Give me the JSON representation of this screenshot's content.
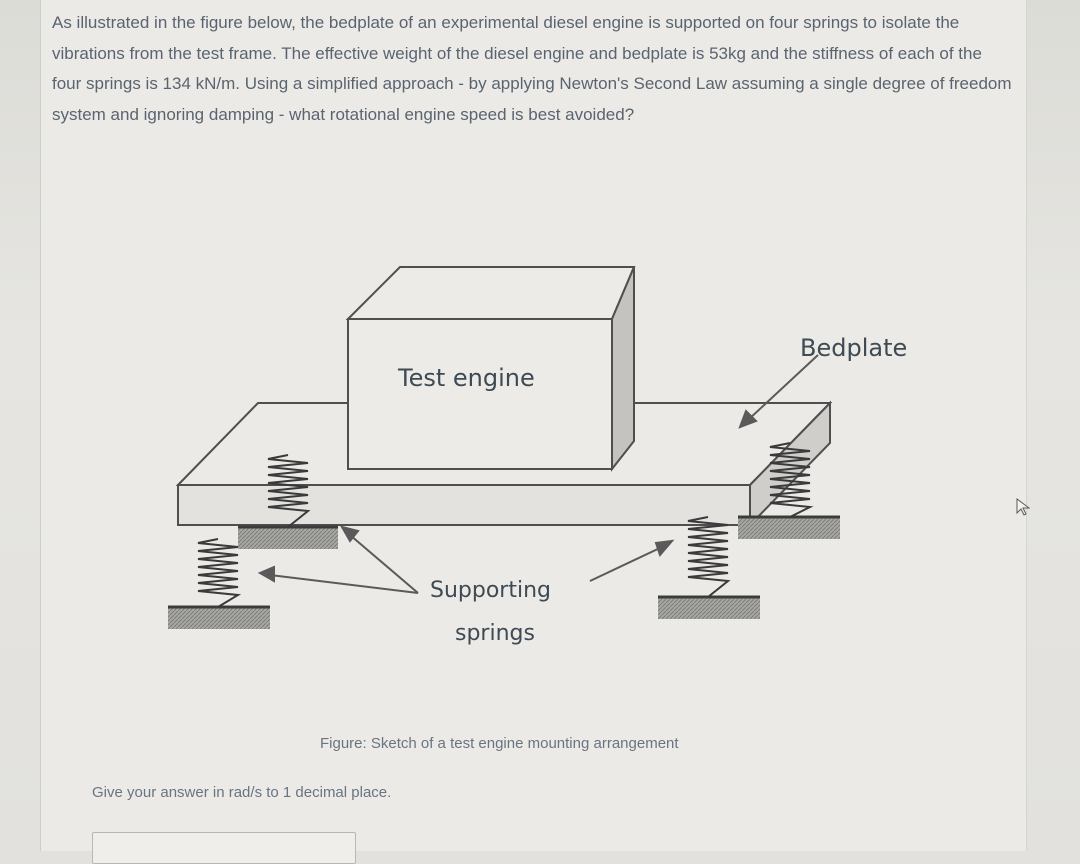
{
  "question": {
    "text": "As illustrated in the figure below, the bedplate of an experimental diesel engine is supported on four springs to isolate the vibrations from the test frame. The effective weight of the diesel engine and bedplate is 53kg and the stiffness of each of the four springs is 134 kN/m. Using a simplified approach - by applying Newton's Second Law assuming a single degree of freedom system and ignoring damping - what rotational engine speed is best avoided?"
  },
  "figure": {
    "engine_label": "Test engine",
    "bedplate_label": "Bedplate",
    "springs_label_line1": "Supporting",
    "springs_label_line2": "springs",
    "caption": "Figure: Sketch of a test engine mounting arrangement"
  },
  "answer": {
    "hint": "Give your answer in rad/s to 1 decimal place.",
    "value": ""
  },
  "icons": {
    "cursor": "mouse-pointer-icon"
  }
}
